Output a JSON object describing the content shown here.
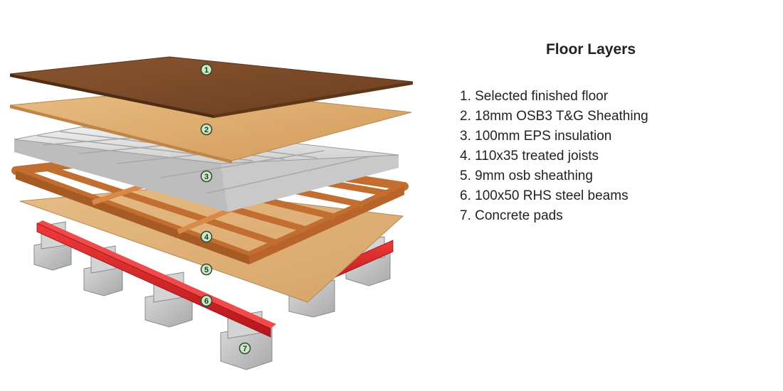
{
  "title": "Floor Layers",
  "layers": [
    {
      "number": "1",
      "label": "1. Selected finished floor"
    },
    {
      "number": "2",
      "label": "2. 18mm OSB3 T&G Sheathing"
    },
    {
      "number": "3",
      "label": "3. 100mm EPS insulation"
    },
    {
      "number": "4",
      "label": "4. 110x35 treated joists"
    },
    {
      "number": "5",
      "label": "5. 9mm osb sheathing"
    },
    {
      "number": "6",
      "label": "6. 100x50 RHS steel beams"
    },
    {
      "number": "7",
      "label": "7. Concrete pads"
    }
  ],
  "colors": {
    "finished_floor": "#7a4a26",
    "osb_sheathing": "#d9a86a",
    "eps_insulation": "#e2e2e2",
    "joists": "#c9793a",
    "osb_9mm": "#ddb07a",
    "steel_beam": "#d91e22",
    "concrete": "#c9c9c9",
    "badge": "#cfe6c8"
  }
}
